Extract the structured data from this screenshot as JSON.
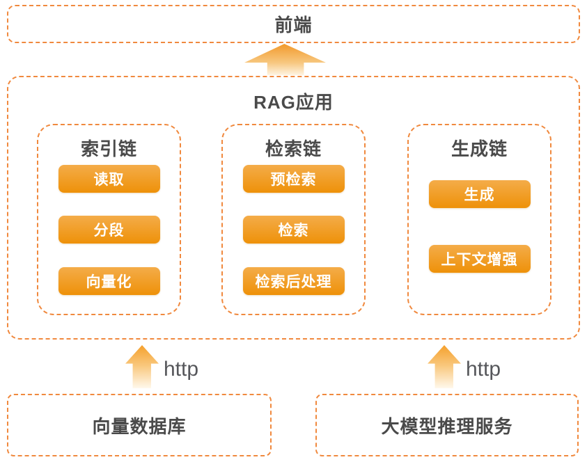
{
  "colors": {
    "border_orange": "#f0893e",
    "button_gradient_top": "#f4ac49",
    "button_gradient_bottom": "#ee9109",
    "arrow_orange": "#f2992b",
    "label_gray": "#4a4a4a",
    "http_gray": "#56575b",
    "button_text": "#ffffff"
  },
  "frontend": {
    "label": "前端"
  },
  "rag": {
    "title": "RAG应用",
    "columns": [
      {
        "title": "索引链",
        "buttons": [
          "读取",
          "分段",
          "向量化"
        ]
      },
      {
        "title": "检索链",
        "buttons": [
          "预检索",
          "检索",
          "检索后处理"
        ]
      },
      {
        "title": "生成链",
        "buttons": [
          "生成",
          "上下文增强"
        ]
      }
    ]
  },
  "connections": {
    "db_protocol": "http",
    "llm_protocol": "http"
  },
  "services": {
    "vector_db": {
      "label": "向量数据库"
    },
    "llm": {
      "label": "大模型推理服务"
    }
  }
}
